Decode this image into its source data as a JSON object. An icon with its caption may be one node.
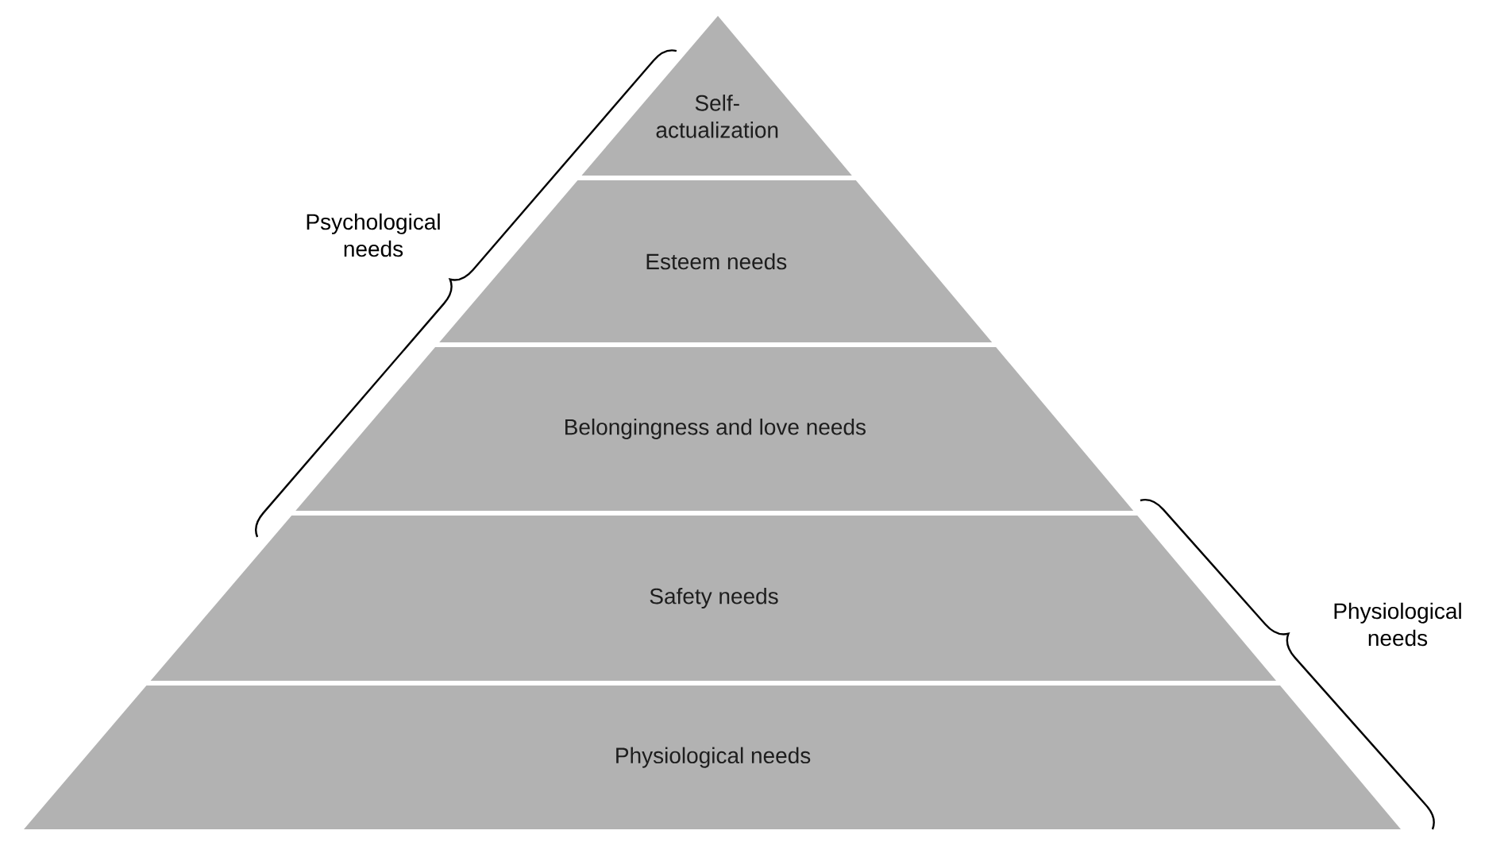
{
  "diagram": {
    "nodes": [
      {
        "text": [
          "Self-actualization"
        ]
      },
      {
        "text": [
          "Esteem needs"
        ]
      },
      {
        "text": [
          "Belongingness and love needs"
        ]
      },
      {
        "text": [
          "Safety needs"
        ]
      },
      {
        "text": [
          "Physiological needs"
        ]
      }
    ],
    "labels": [
      "Psychological needs",
      "Physiological needs"
    ]
  }
}
